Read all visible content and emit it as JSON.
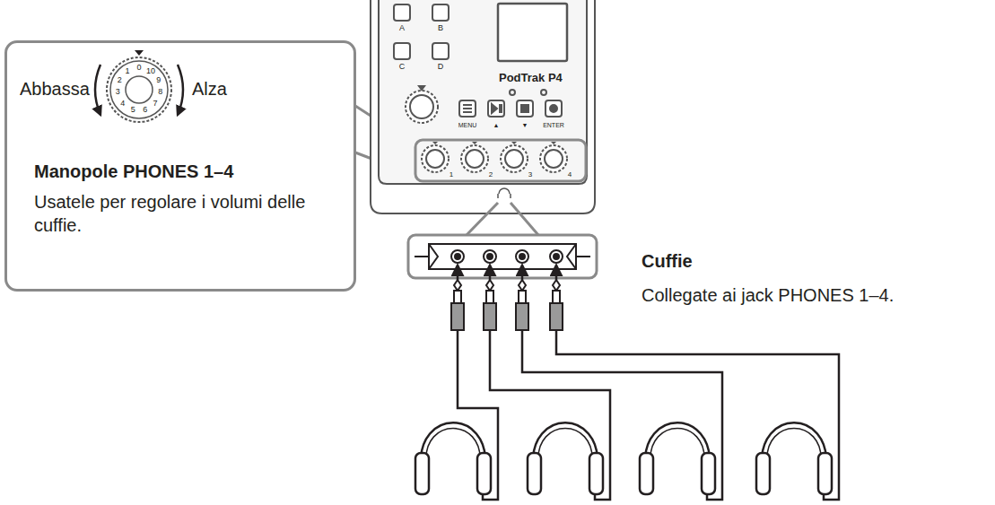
{
  "diagram": {
    "nodes": [
      {
        "text": [
          "Manopole PHONES 1–4",
          "Usatele per regolare i volumi delle cuffie."
        ]
      }
    ],
    "labels": [
      "Abbassa",
      "Alza",
      "0",
      "1",
      "2",
      "3",
      "4",
      "5",
      "6",
      "7",
      "8",
      "9",
      "10",
      "A",
      "B",
      "C",
      "D",
      "PodTrak P4",
      "MENU",
      "▲",
      "▼",
      "ENTER",
      "1",
      "2",
      "3",
      "4",
      "Cuffie",
      "Collegate ai jack PHONES 1–4."
    ]
  }
}
